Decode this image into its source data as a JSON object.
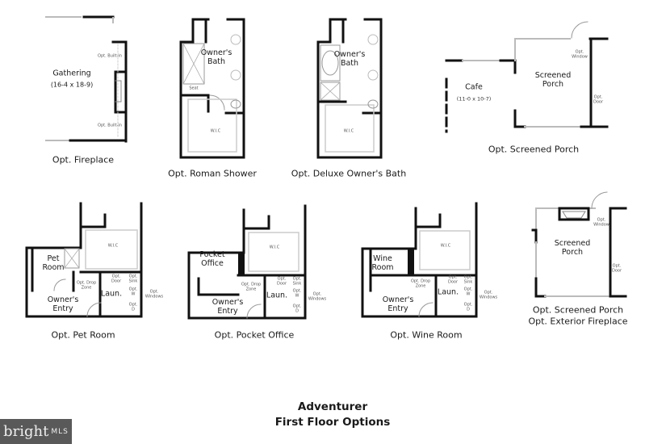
{
  "title": {
    "line1": "Adventurer",
    "line2": "First Floor Options"
  },
  "logo": {
    "brand": "bright",
    "suffix": "MLS"
  },
  "panels": {
    "fireplace": {
      "caption": "Opt. Fireplace",
      "room": "Gathering",
      "dims": "(16-4 x 18-9)",
      "builtin_top": "Opt. Built-in",
      "builtin_bottom": "Opt. Built-in"
    },
    "roman_shower": {
      "caption": "Opt. Roman Shower",
      "room": "Owner's Bath",
      "wic": "W.I.C",
      "seat": "Seat"
    },
    "deluxe_bath": {
      "caption": "Opt. Deluxe Owner's Bath",
      "room": "Owner's Bath",
      "wic": "W.I.C"
    },
    "screened_porch": {
      "caption": "Opt. Screened Porch",
      "cafe": "Cafe",
      "cafe_dims": "(11-0 x 10-7)",
      "room": "Screened Porch",
      "window": "Opt. Window",
      "door": "Opt. Door"
    },
    "pet_room": {
      "caption": "Opt. Pet Room",
      "room": "Pet Room",
      "wic": "W.I.C",
      "laundry": "Laun.",
      "entry": "Owner's Entry",
      "drop_zone": "Opt. Drop Zone",
      "door": "Opt. Door",
      "sink": "Opt. Sink",
      "washer": "Opt. W",
      "dryer": "Opt. D",
      "windows": "Opt. Windows"
    },
    "pocket_office": {
      "caption": "Opt. Pocket Office",
      "room": "Pocket Office",
      "wic": "W.I.C",
      "laundry": "Laun.",
      "entry": "Owner's Entry",
      "drop_zone": "Opt. Drop Zone",
      "door": "Opt. Door",
      "sink": "Opt. Sink",
      "washer": "Opt. W",
      "dryer": "Opt. D",
      "windows": "Opt. Windows"
    },
    "wine_room": {
      "caption": "Opt. Wine Room",
      "room": "Wine Room",
      "wic": "W.I.C",
      "laundry": "Laun.",
      "entry": "Owner's Entry",
      "drop_zone": "Opt. Drop Zone",
      "door": "Opt. Door",
      "sink": "Opt. Sink",
      "washer": "Opt. W",
      "dryer": "Opt. D",
      "windows": "Opt. Windows"
    },
    "porch_fireplace": {
      "caption1": "Opt. Screened Porch",
      "caption2": "Opt. Exterior Fireplace",
      "room": "Screened Porch",
      "window": "Opt. Window",
      "door": "Opt. Door"
    }
  }
}
